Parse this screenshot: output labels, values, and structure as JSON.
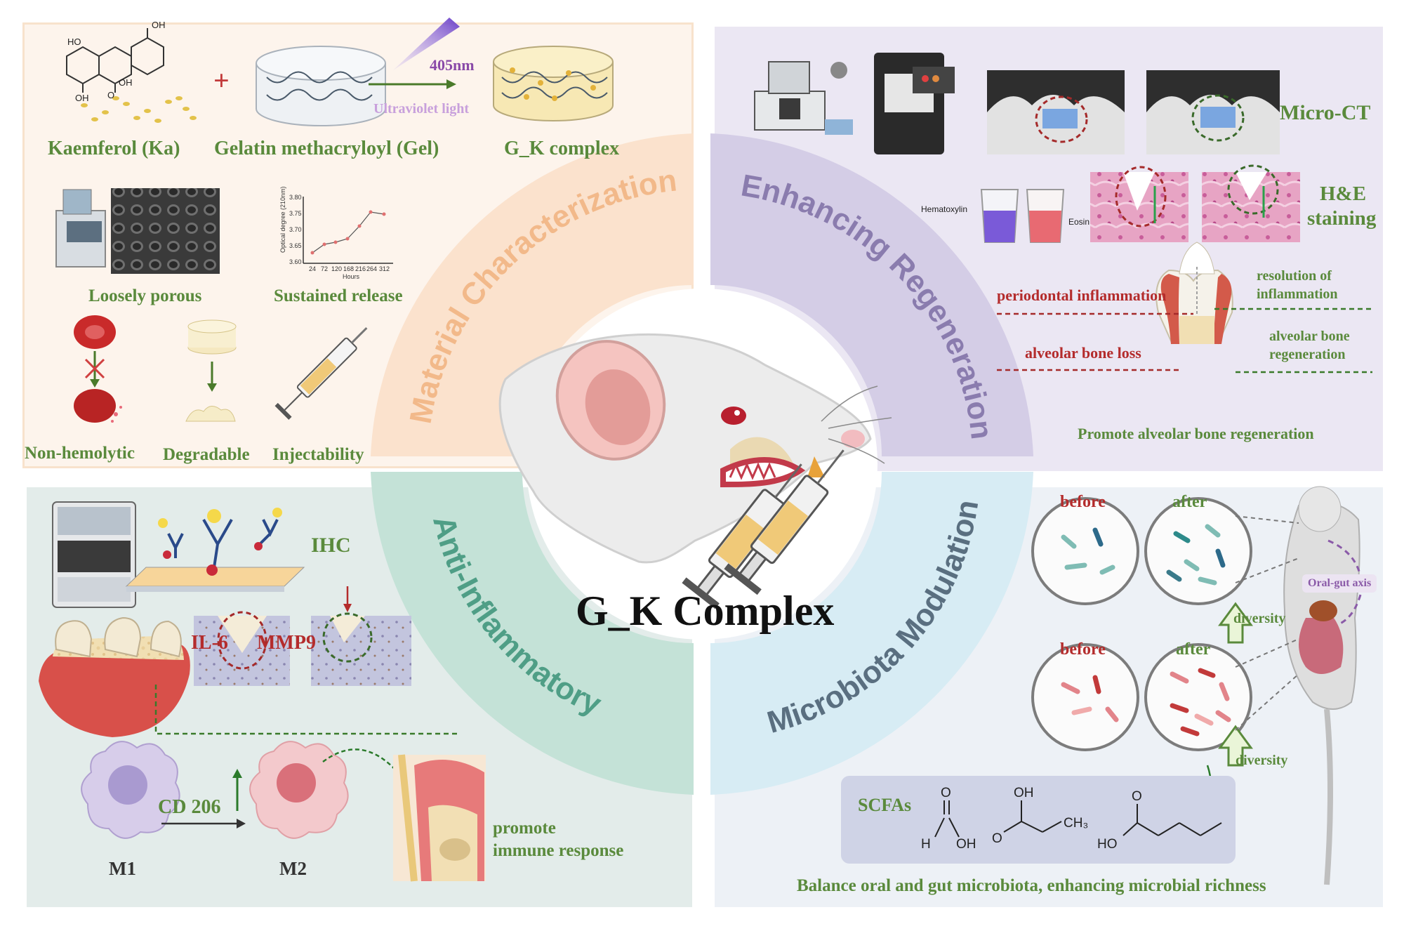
{
  "center": {
    "title": "G_K Complex"
  },
  "sections": {
    "material": {
      "title": "Material Characterization",
      "color": "#f2b98a"
    },
    "regeneration": {
      "title": "Enhancing Regeneration",
      "color": "#8a7cae"
    },
    "anti": {
      "title": "Anti-Inflammatory",
      "color": "#4f9e86"
    },
    "microbiota": {
      "title": "Microbiota Modulation",
      "color": "#5a6f80"
    }
  },
  "material_panel": {
    "kaempferol": "Kaemferol (Ka)",
    "gelatin": "Gelatin methacryloyl (Gel)",
    "complex": "G_K complex",
    "wavelength": "405nm",
    "uv": "Ultraviolet light",
    "porous": "Loosely porous",
    "sustained": "Sustained release",
    "nonhemolytic": "Non-hemolytic",
    "degradable": "Degradable",
    "injectability": "Injectability",
    "plot_ylabel": "Optical degree (210nm)",
    "plot_xlabel": "Hours",
    "plot_xticks": [
      "24",
      "72",
      "120",
      "168",
      "216",
      "264",
      "312"
    ],
    "plot_yticks": [
      "3.60",
      "3.65",
      "3.70",
      "3.75",
      "3.80"
    ],
    "chem_oh": [
      "OH",
      "HO",
      "OH",
      "OH"
    ],
    "chem_o": "O"
  },
  "regen_panel": {
    "microct": "Micro-CT",
    "he": "H&E",
    "staining": "staining",
    "hematoxylin": "Hematoxylin",
    "eosin": "Eosin",
    "periodontal": "periodontal inflammation",
    "alveolar_loss": "alveolar bone loss",
    "resolution_1": "resolution of",
    "resolution_2": "inflammation",
    "bone_regen_1": "alveolar bone",
    "bone_regen_2": "regeneration",
    "promote": "Promote alveolar bone regeneration"
  },
  "anti_panel": {
    "ihc": "IHC",
    "il6": "IL-6",
    "mmp9": "MMP9",
    "cd206": "CD 206",
    "m1": "M1",
    "m2": "M2",
    "promote_1": "promote",
    "promote_2": "immune response"
  },
  "micro_panel": {
    "before": "before",
    "after": "after",
    "diversity": "diversity",
    "axis": "Oral-gut axis",
    "scfas": "SCFAs",
    "balance": "Balance oral and gut microbiota, enhancing microbial richness",
    "formula_oh": "OH",
    "formula_h": "H",
    "formula_o": "O",
    "formula_ho": "HO",
    "formula_ch3": "CH₃"
  }
}
